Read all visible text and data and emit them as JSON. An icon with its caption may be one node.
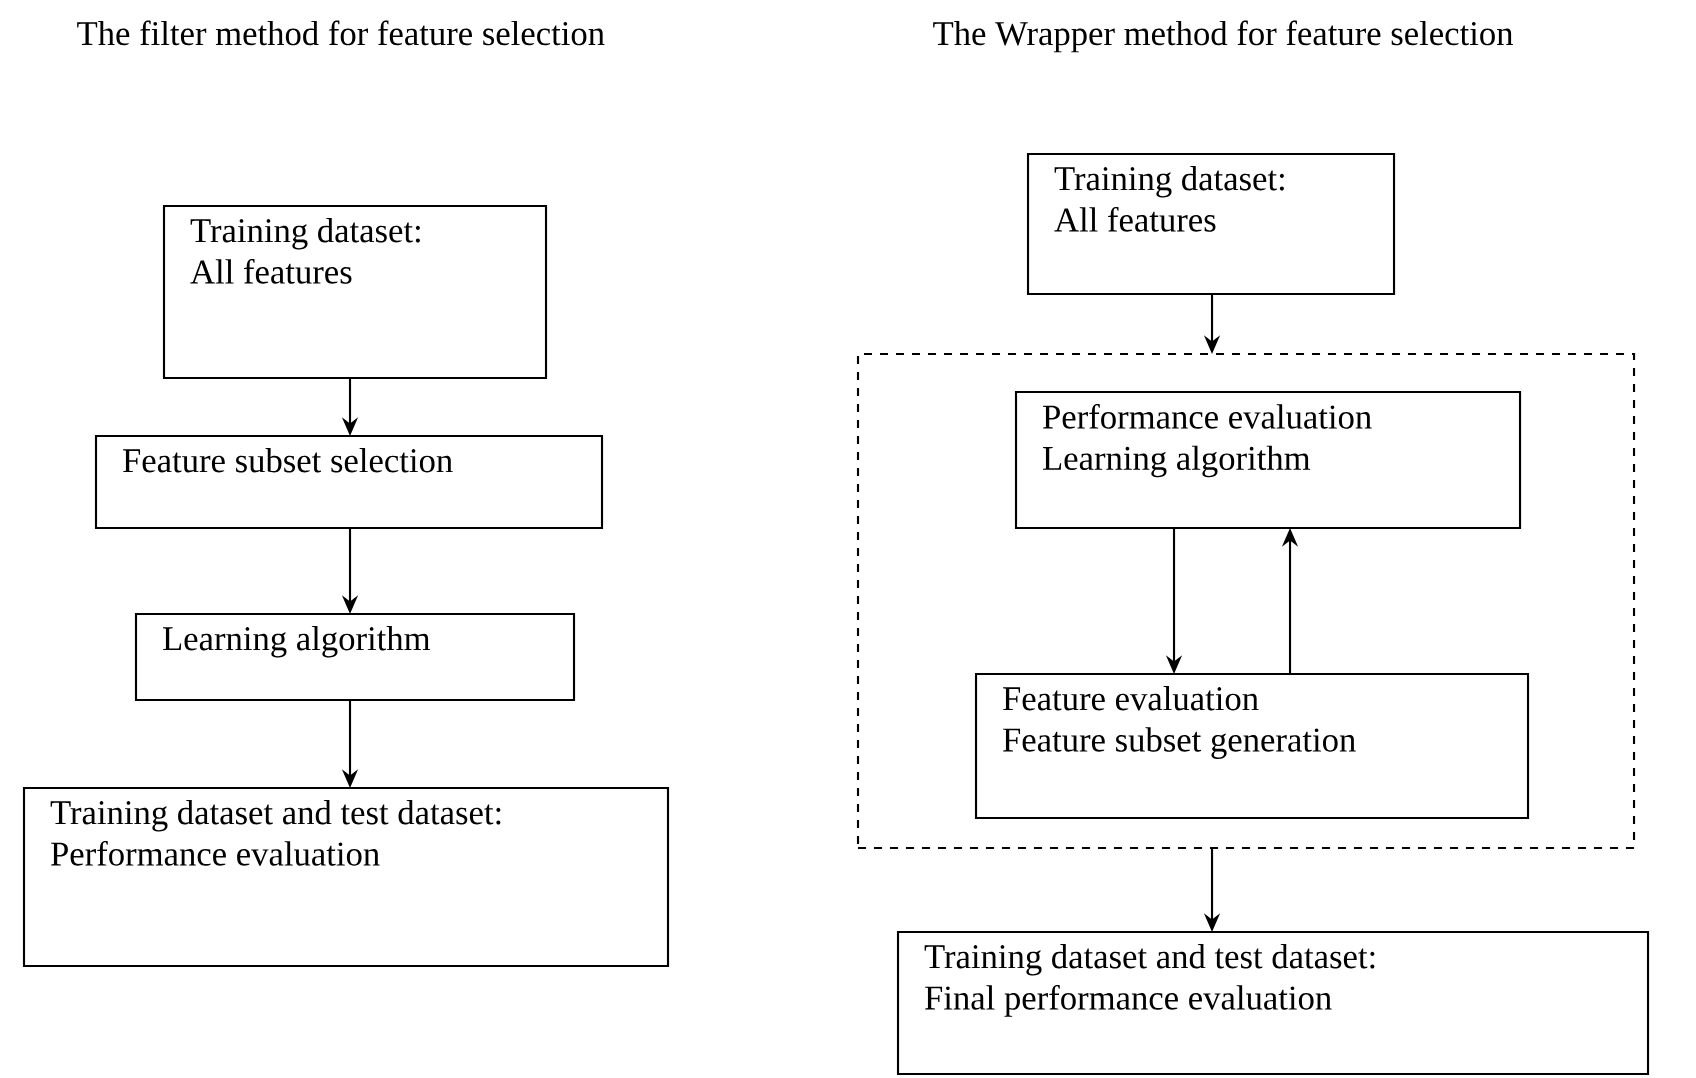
{
  "diagram": {
    "nodes": [
      {
        "text": [
          "Training dataset:",
          "All features"
        ]
      },
      {
        "text": [
          "Feature subset selection"
        ]
      },
      {
        "text": [
          "Learning algorithm"
        ]
      },
      {
        "text": [
          "Training dataset and test dataset:",
          "Performance evaluation"
        ]
      },
      {
        "text": [
          "Training dataset:",
          "All features"
        ]
      },
      {
        "text": [],
        "shape": "box"
      },
      {
        "text": [
          "Performance evaluation",
          "Learning algorithm"
        ],
        "in": 5
      },
      {
        "text": [
          "Feature evaluation",
          "Feature subset generation"
        ],
        "in": 5
      },
      {
        "text": [
          "Training dataset and test dataset:",
          "Final performance evaluation"
        ]
      }
    ],
    "edges": [
      {
        "from": 0,
        "to": 1,
        "arrow": "to"
      },
      {
        "from": 1,
        "to": 2,
        "arrow": "to"
      },
      {
        "from": 2,
        "to": 3,
        "arrow": "to"
      },
      {
        "from": 4,
        "to": 5,
        "arrow": "to"
      },
      {
        "from": 6,
        "to": 7,
        "arrow": "to"
      },
      {
        "from": 7,
        "to": 6,
        "arrow": "to"
      },
      {
        "from": 5,
        "to": 8,
        "arrow": "to"
      }
    ],
    "labels": [
      "The filter method for feature selection",
      "The Wrapper method for feature selection"
    ]
  }
}
